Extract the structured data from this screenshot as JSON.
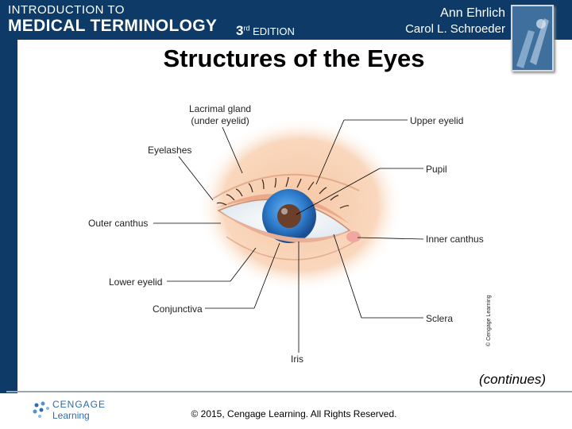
{
  "header": {
    "line1": "INTRODUCTION TO",
    "line2": "MEDICAL TERMINOLOGY",
    "edition_num": "3",
    "edition_sup": "rd",
    "edition_text": "EDITION",
    "author1": "Ann Ehrlich",
    "author2": "Carol L. Schroeder"
  },
  "title": "Structures of the Eyes",
  "labels": {
    "lacrimal_line1": "Lacrimal gland",
    "lacrimal_line2": "(under eyelid)",
    "upper_eyelid": "Upper eyelid",
    "eyelashes": "Eyelashes",
    "pupil": "Pupil",
    "outer_canthus": "Outer canthus",
    "inner_canthus": "Inner canthus",
    "lower_eyelid": "Lower eyelid",
    "conjunctiva": "Conjunctiva",
    "sclera": "Sclera",
    "iris": "Iris"
  },
  "figure_credit": "© Cengage Learning",
  "continues": "(continues)",
  "footer": {
    "logo_line1": "CENGAGE",
    "logo_line2": "Learning",
    "copyright": "© 2015, Cengage Learning. All Rights Reserved."
  },
  "colors": {
    "header_bg": "#0d3a66",
    "skin": "#f6c9a8",
    "iris": "#2f7fcf",
    "pupil": "#6b3f2a"
  }
}
